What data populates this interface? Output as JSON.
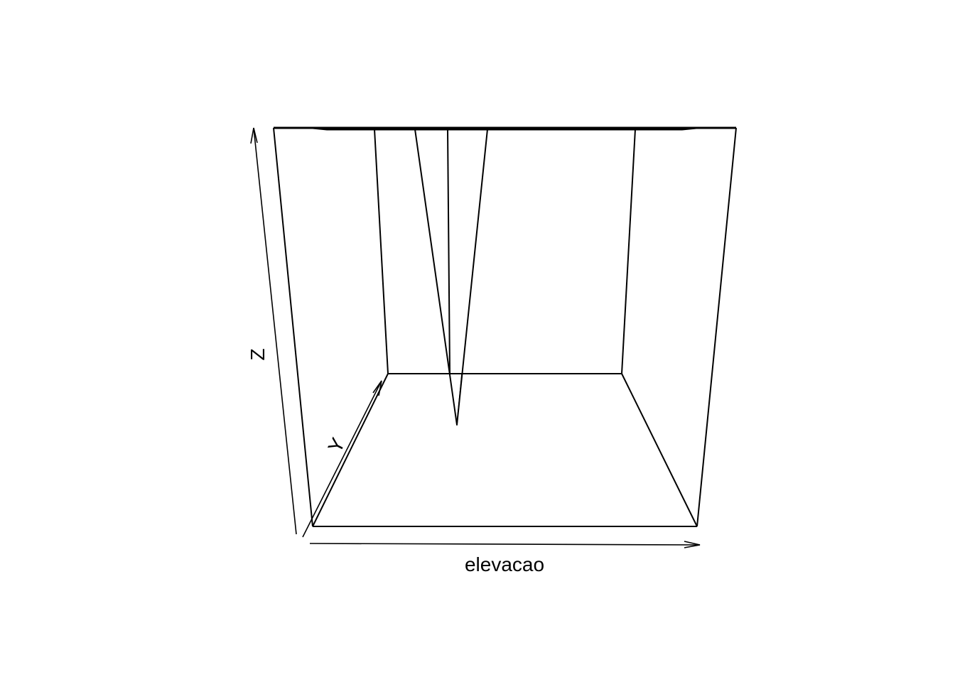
{
  "chart_data": {
    "type": "surface",
    "title": "",
    "xlabel": "elevacao",
    "ylabel": "Y",
    "zlabel": "Z",
    "box": true,
    "axes_ticks": false,
    "colors": {
      "line": "#000000",
      "background": "#ffffff"
    }
  }
}
